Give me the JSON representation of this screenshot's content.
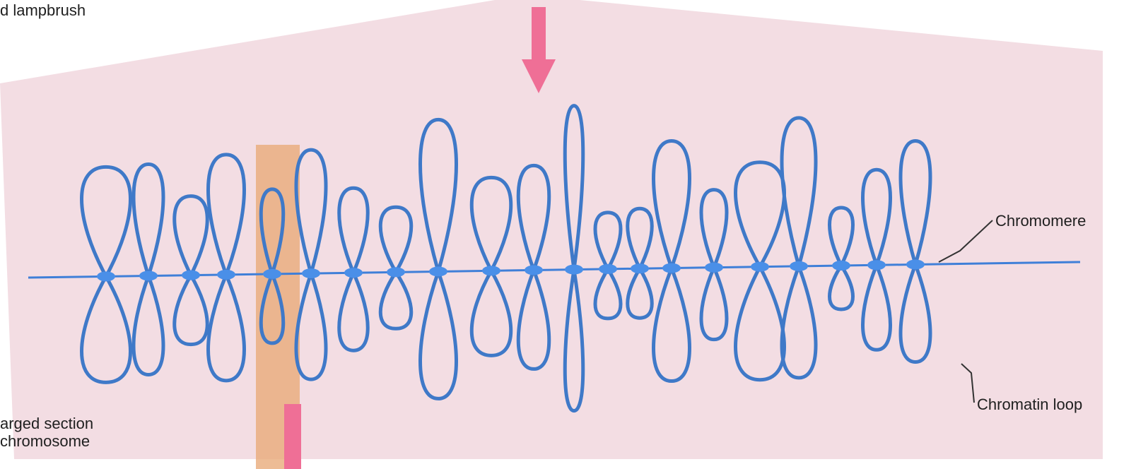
{
  "labels": {
    "title_fragment": "d lampbrush",
    "caption_line1": "arged section",
    "caption_line2": "chromosome",
    "chromomere": "Chromomere",
    "chromatin_loop": "Chromatin loop"
  },
  "colors": {
    "panel": "#f3dde3",
    "axis": "#3f7fd8",
    "loop": "#3f79c8",
    "chromomere": "#4a8fe8",
    "highlight_band": "#e8a977",
    "arrow": "#ef6f96",
    "leader": "#333333"
  },
  "icons": {
    "top_arrow": "down-arrow-icon",
    "bottom_arrow": "down-arrow-icon"
  }
}
